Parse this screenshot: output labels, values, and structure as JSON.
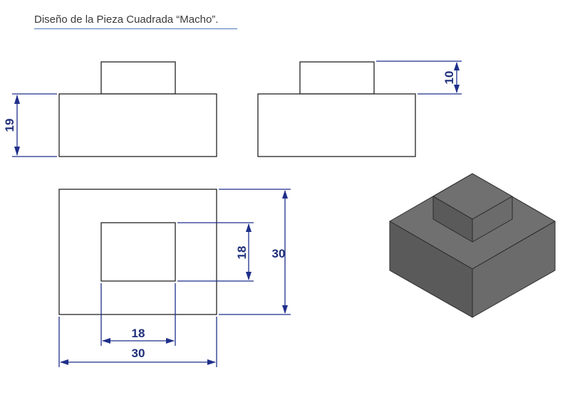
{
  "header": {
    "title": "Diseño de la Pieza Cuadrada “Macho”."
  },
  "dimensions": {
    "front_height": "19",
    "side_boss_height": "10",
    "top_inner_height": "18",
    "top_outer_height": "30",
    "top_inner_width": "18",
    "top_outer_width": "30"
  },
  "colors": {
    "dimension": "#1f2f8a",
    "outline": "#222222",
    "iso_top": "#707070",
    "iso_left": "#5a5a5a",
    "iso_right": "#6b6b6b"
  }
}
